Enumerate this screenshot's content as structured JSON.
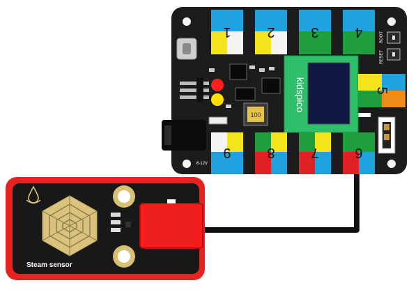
{
  "board": {
    "brand": "kidspico",
    "voltage": "6-12V",
    "reset_label": "RESET",
    "boot_label": "BOOT",
    "inductor_label": "100",
    "top_ports": [
      "1",
      "2",
      "3",
      "4"
    ],
    "right_port": "5",
    "bottom_ports": [
      "9",
      "8",
      "7",
      "6"
    ]
  },
  "sensor": {
    "label": "Steam sensor"
  },
  "colors": {
    "board": "#1c1c1c",
    "port_blue": "#1fa3e0",
    "port_yellow": "#f4e41c",
    "port_green": "#1e9e3c",
    "port_red": "#e02025",
    "port_orange": "#f28c18",
    "display_green": "#2fbf6a",
    "screen": "#0f1840",
    "sensor_red": "#e7231f",
    "gold": "#d9c27e",
    "cable": "#111111"
  }
}
